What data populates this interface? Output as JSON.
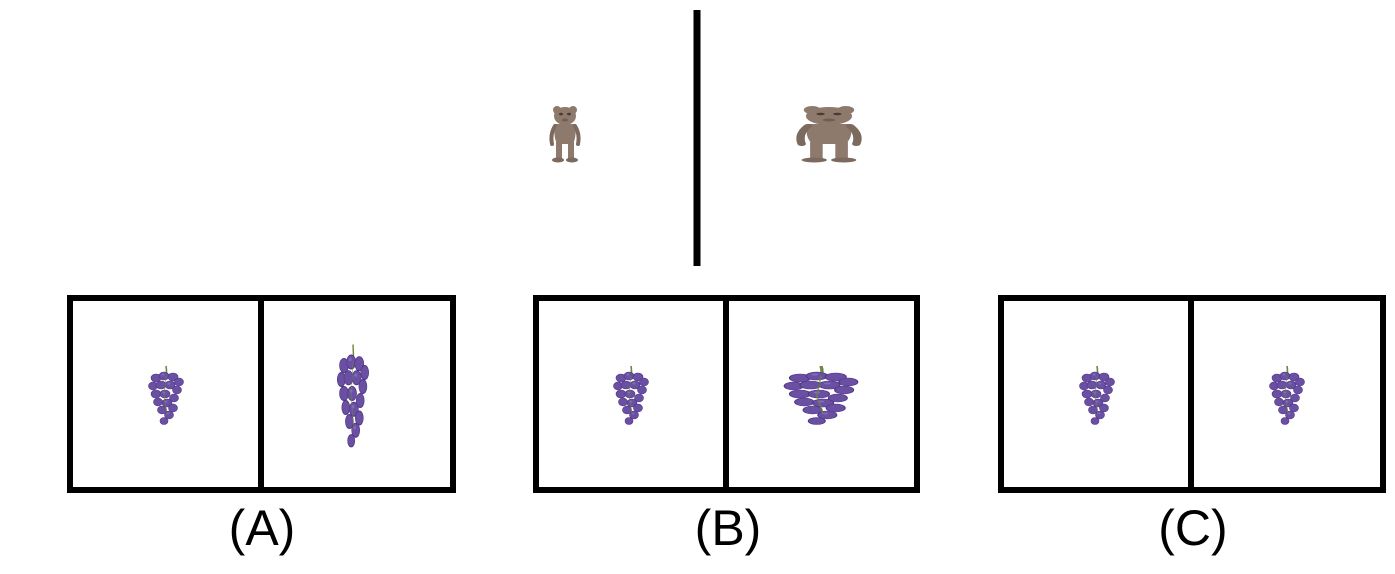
{
  "colors": {
    "frame": "#000000",
    "background": "#ffffff",
    "figure_body": "#8e7a6d",
    "figure_shadow": "#6f5e53",
    "grape": "#6a4fa3",
    "grape_dark": "#4e3785",
    "grape_light": "#8a70c0",
    "stem": "#6a8a3a"
  },
  "example": {
    "left_icon": "small-creature-icon",
    "right_icon": "wide-creature-icon",
    "transformation": "horizontal-stretch"
  },
  "options": [
    {
      "label": "(A)",
      "left_icon": "grape-bunch-icon",
      "right_icon": "grape-bunch-stretched-vertical-icon",
      "transformation": "vertical-stretch"
    },
    {
      "label": "(B)",
      "left_icon": "grape-bunch-icon",
      "right_icon": "grape-bunch-stretched-horizontal-icon",
      "transformation": "horizontal-stretch"
    },
    {
      "label": "(C)",
      "left_icon": "grape-bunch-icon",
      "right_icon": "grape-bunch-icon",
      "transformation": "identity"
    }
  ]
}
